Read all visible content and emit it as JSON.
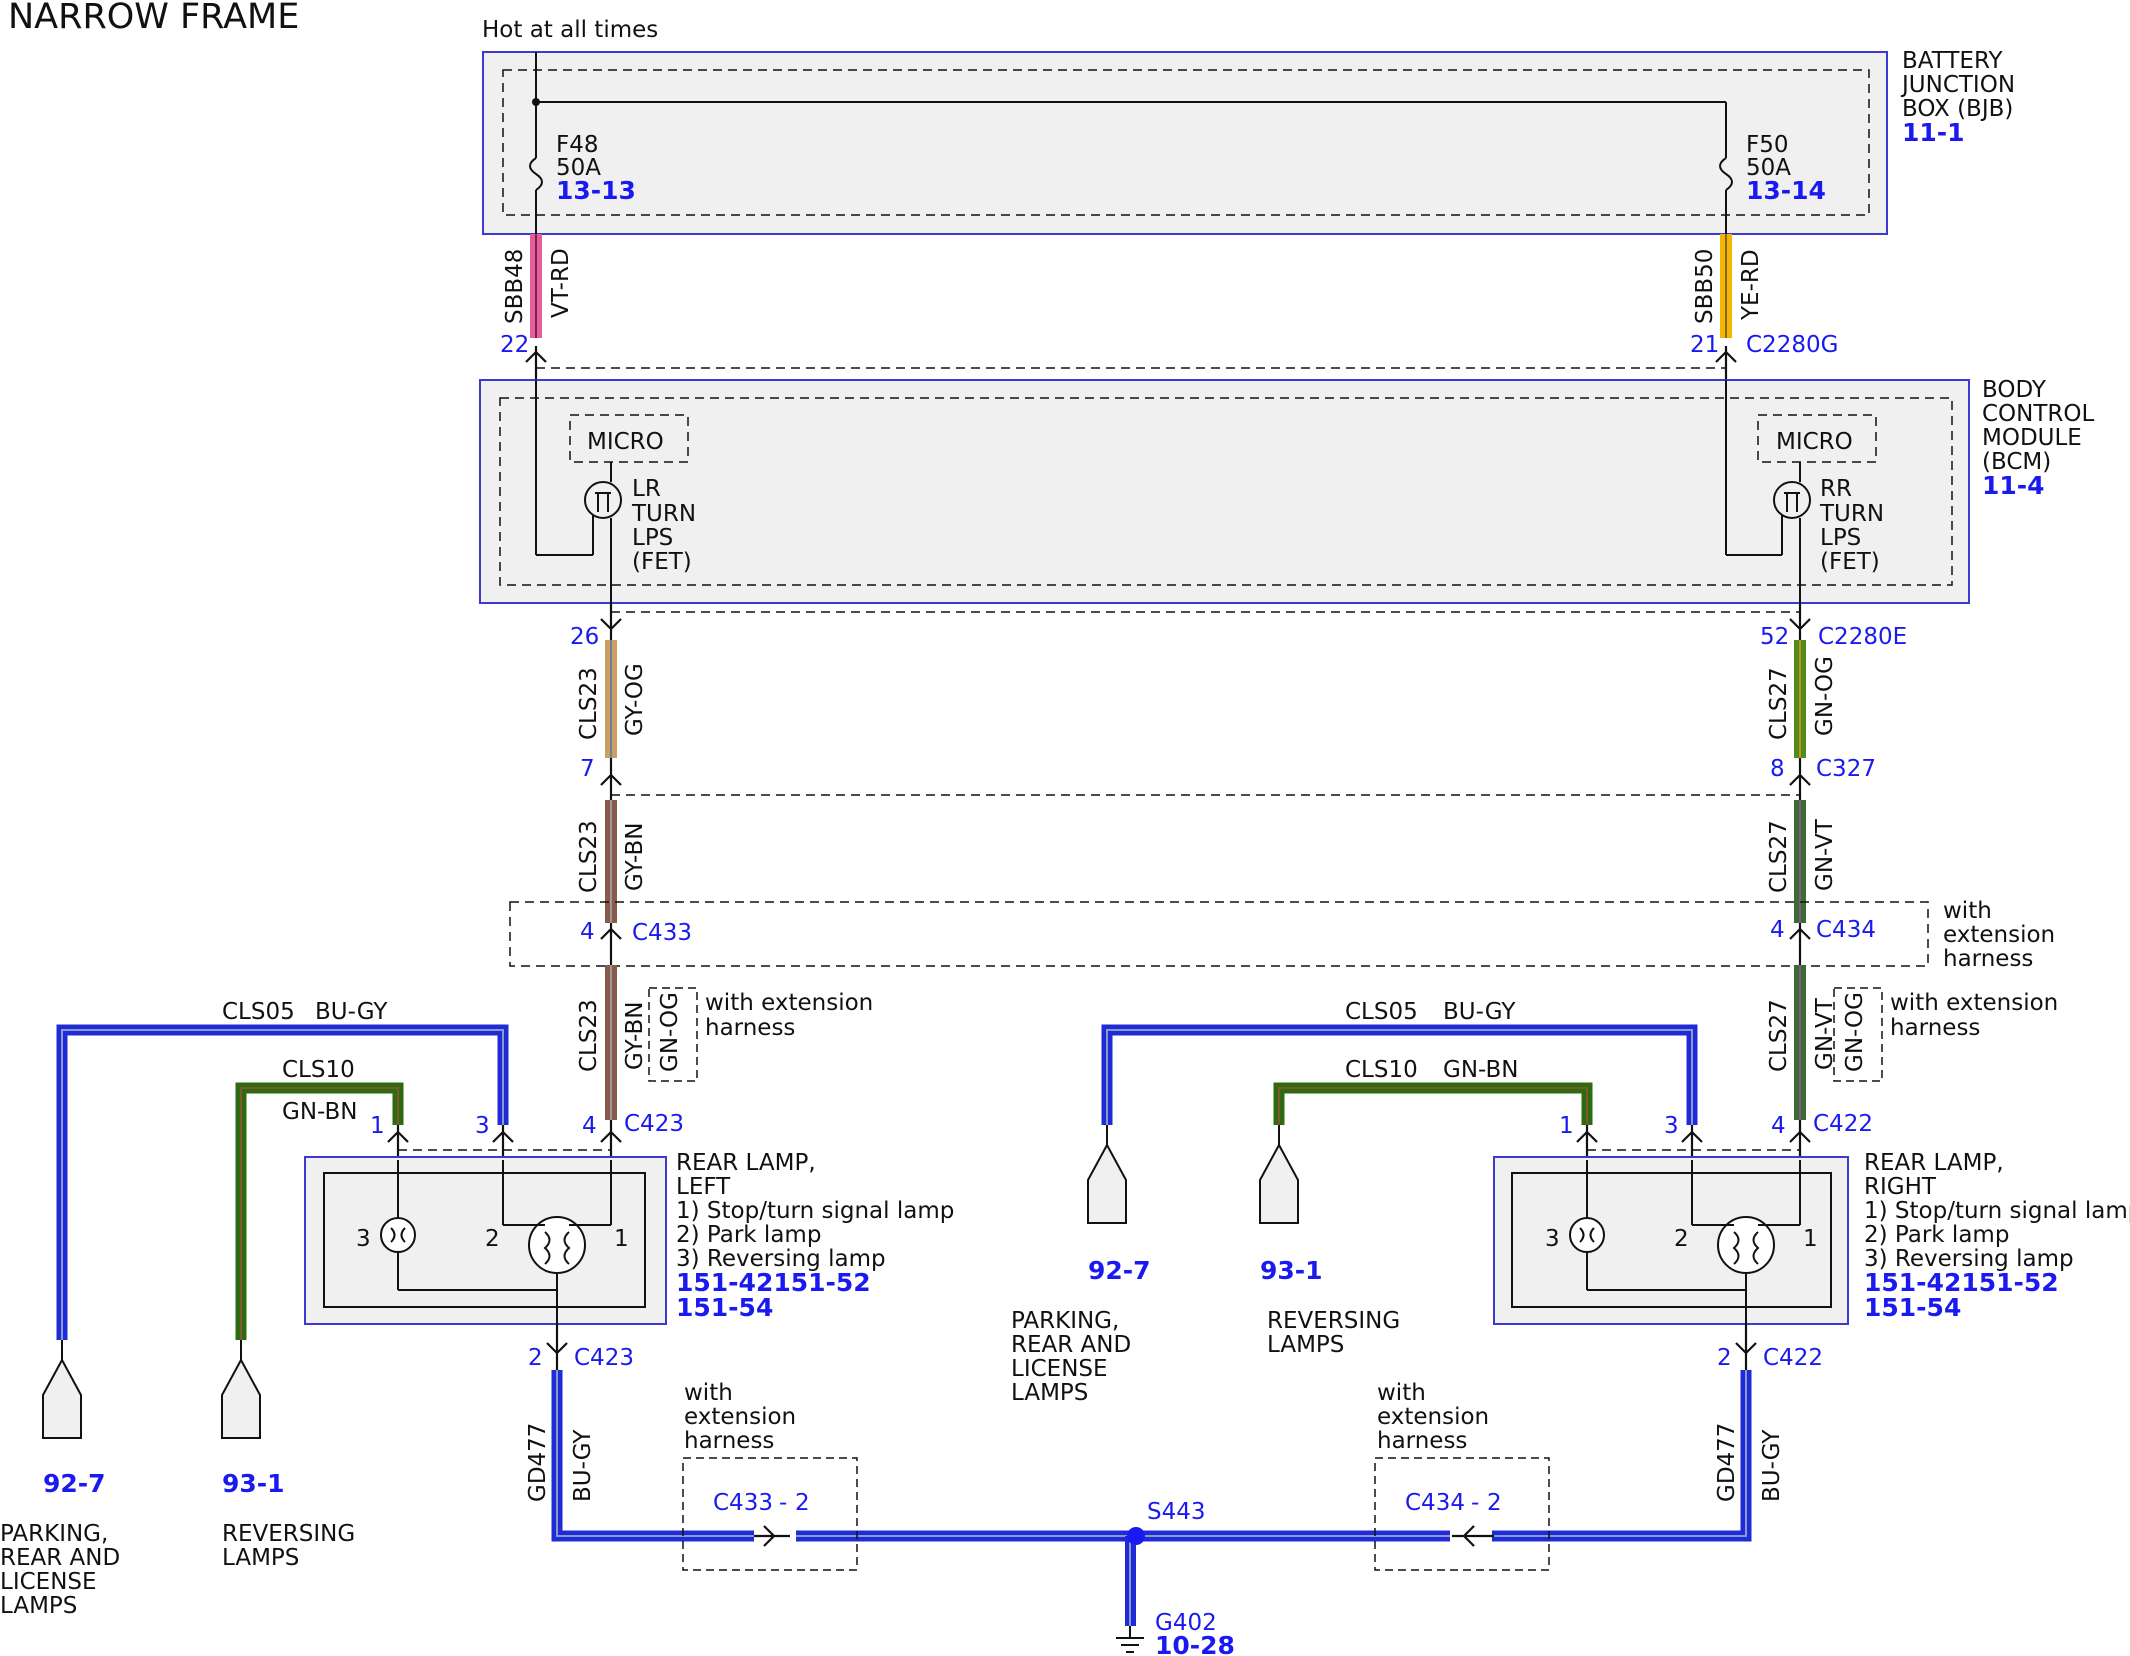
{
  "title": "NARROW FRAME",
  "hot_label": "Hot at all times",
  "bjb": {
    "line1": "BATTERY",
    "line2": "JUNCTION",
    "line3": "BOX (BJB)",
    "ref": "11-1"
  },
  "bcm": {
    "line1": "BODY",
    "line2": "CONTROL",
    "line3": "MODULE",
    "line4": "(BCM)",
    "ref": "11-4"
  },
  "fuses": [
    {
      "name": "F48",
      "rating": "50A",
      "ref": "13-13"
    },
    {
      "name": "F50",
      "rating": "50A",
      "ref": "13-14"
    }
  ],
  "micro_label": "MICRO",
  "left_fet": [
    "LR",
    "TURN",
    "LPS",
    "(FET)"
  ],
  "right_fet": [
    "RR",
    "TURN",
    "LPS",
    "(FET)"
  ],
  "wires": {
    "sbb48": "SBB48",
    "vt_rd": "VT-RD",
    "sbb50": "SBB50",
    "ye_rd": "YE-RD",
    "cls23": "CLS23",
    "gy_og": "GY-OG",
    "gy_bn": "GY-BN",
    "gn_og": "GN-OG",
    "cls27": "CLS27",
    "gn_vt": "GN-VT",
    "cls05": "CLS05",
    "bu_gy": "BU-GY",
    "cls10": "CLS10",
    "gn_bn": "GN-BN",
    "gd477": "GD477"
  },
  "connectors": {
    "c2280g": "C2280G",
    "c2280e": "C2280E",
    "c327": "C327",
    "c433": "C433",
    "c434": "C434",
    "c423": "C423",
    "c422": "C422",
    "s443": "S443",
    "g402": "G402",
    "dash": "-"
  },
  "pins": {
    "p22": "22",
    "p21": "21",
    "p26": "26",
    "p52": "52",
    "p7": "7",
    "p8": "8",
    "p4": "4",
    "p1": "1",
    "p3": "3",
    "p2": "2"
  },
  "ext_harness": [
    "with",
    "extension",
    "harness"
  ],
  "ext_harness_two": [
    "with extension",
    "harness"
  ],
  "left_lamp": {
    "title1": "REAR LAMP,",
    "title2": "LEFT"
  },
  "right_lamp": {
    "title1": "REAR LAMP,",
    "title2": "RIGHT"
  },
  "lamp_items": [
    "1) Stop/turn signal lamp",
    "2) Park lamp",
    "3) Reversing lamp"
  ],
  "lamp_refs": [
    "151-42151-52",
    "151-54"
  ],
  "refs": {
    "r92_7": "92-7",
    "r93_1": "93-1",
    "r10_28": "10-28"
  },
  "parking_label": [
    "PARKING,",
    "REAR AND",
    "LICENSE",
    "LAMPS"
  ],
  "reversing_label": [
    "REVERSING",
    "LAMPS"
  ],
  "colors": {
    "box_border": "#3b3bd0",
    "box_fill": "#f0f0f0",
    "ref_blue": "#1a1af0",
    "wire_blue": "#1f2bd6",
    "wire_green": "#2f6a12",
    "wire_pink": "#e0609c",
    "wire_yellow": "#f2b705",
    "wire_grayorange": "#c8a060",
    "wire_graybrown": "#8a5a4a",
    "wire_greenorange": "#4c8e1c",
    "wire_greenviolet": "#3e6a2e"
  }
}
